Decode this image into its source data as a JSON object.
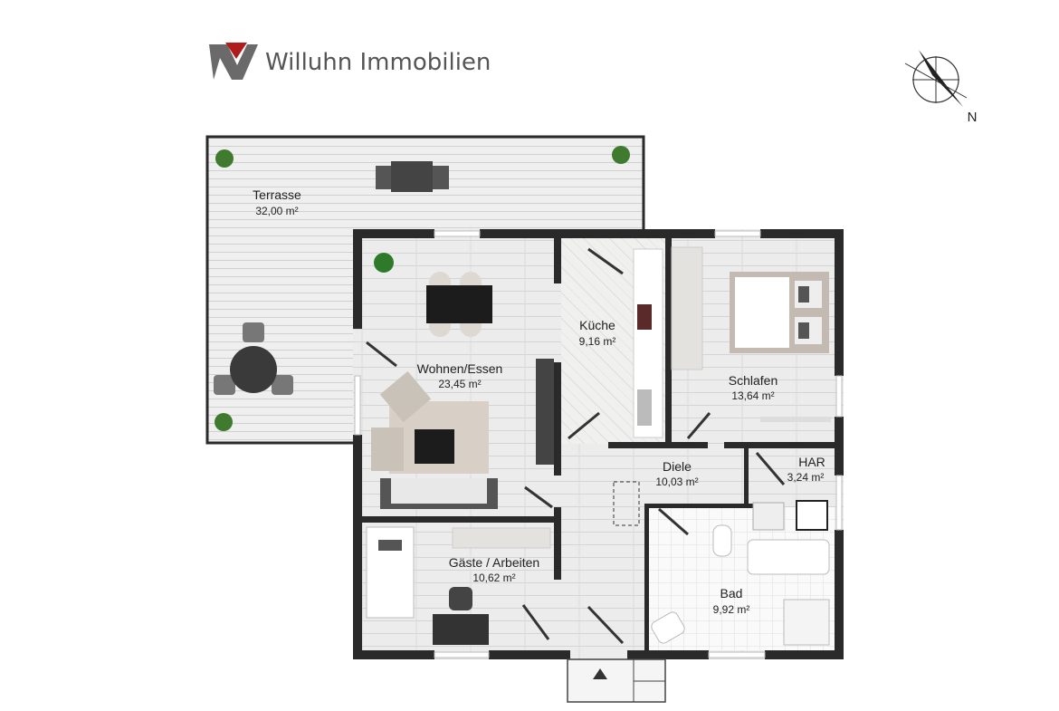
{
  "brand": {
    "name": "Willuhn Immobilien",
    "accent": "#b01c1c"
  },
  "compass": {
    "label": "N"
  },
  "rooms": {
    "terrasse": {
      "name": "Terrasse",
      "area": "32,00 m²"
    },
    "wohnen": {
      "name": "Wohnen/Essen",
      "area": "23,45 m²"
    },
    "kueche": {
      "name": "Küche",
      "area": "9,16 m²"
    },
    "schlafen": {
      "name": "Schlafen",
      "area": "13,64 m²"
    },
    "diele": {
      "name": "Diele",
      "area": "10,03 m²"
    },
    "har": {
      "name": "HAR",
      "area": "3,24 m²"
    },
    "bad": {
      "name": "Bad",
      "area": "9,92 m²"
    },
    "gaeste": {
      "name": "Gäste / Arbeiten",
      "area": "10,62 m²"
    }
  }
}
